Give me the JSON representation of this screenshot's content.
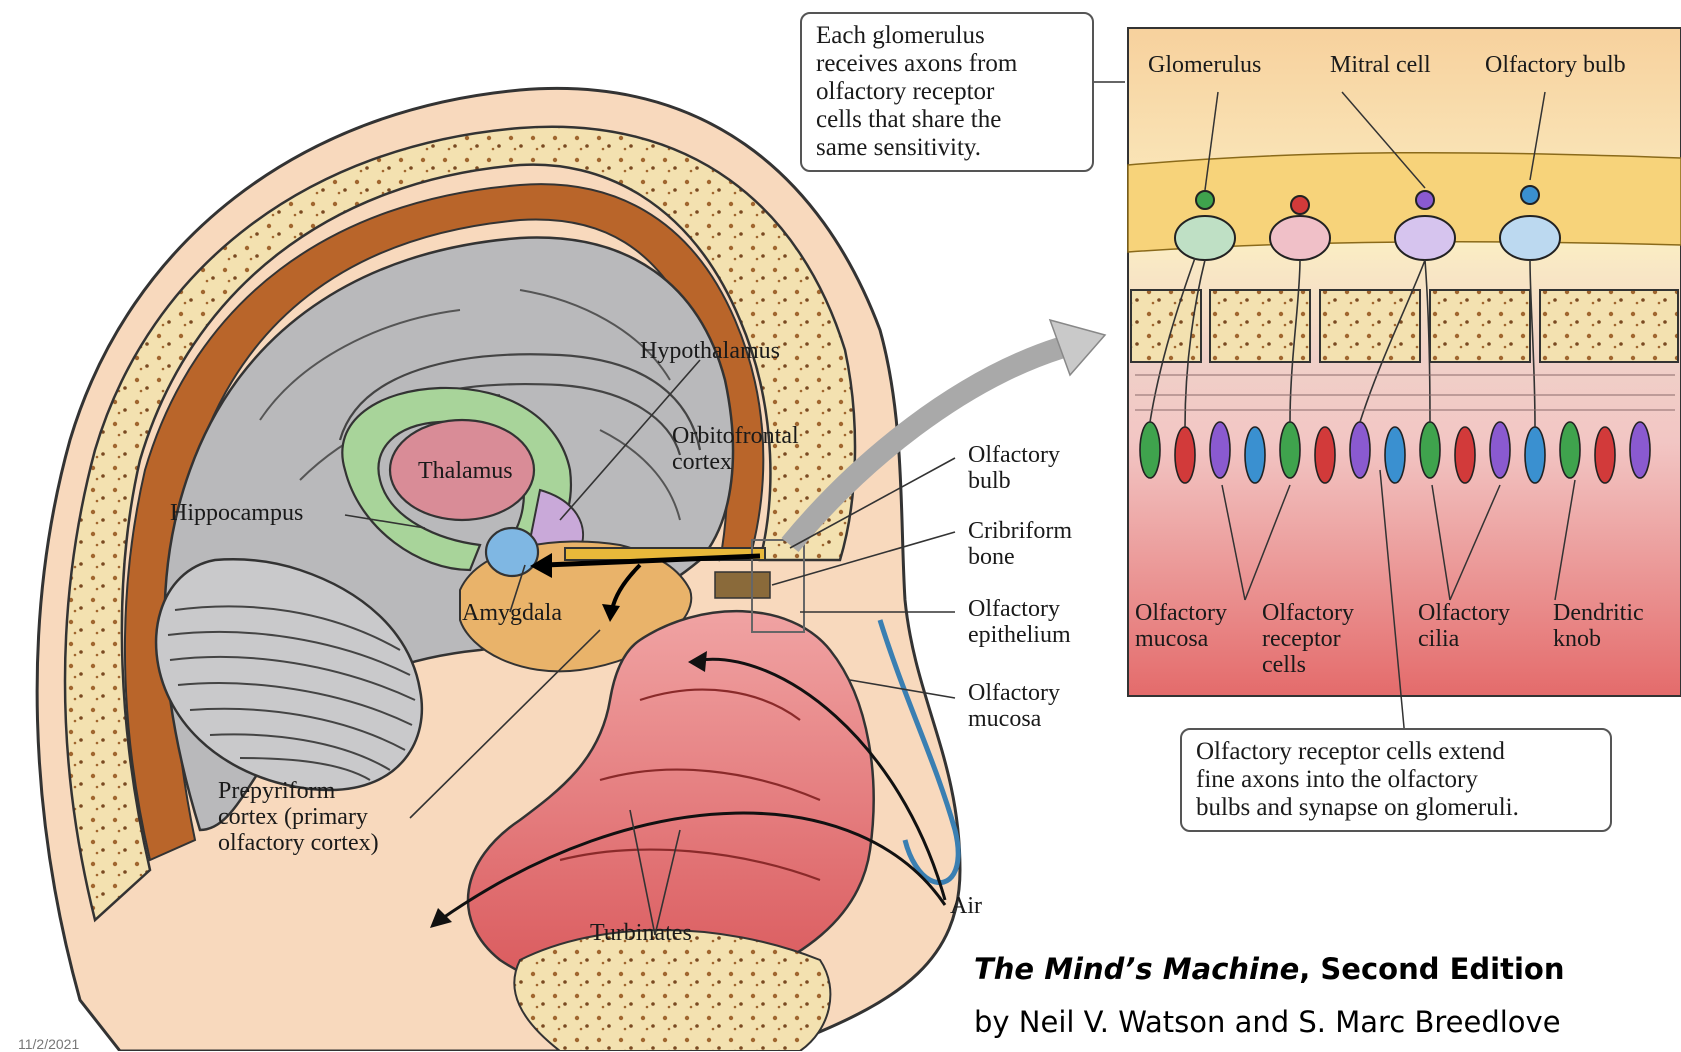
{
  "labels": {
    "hypothalamus": "Hypothalamus",
    "orbitofrontal": "Orbitofrontal\ncortex",
    "thalamus": "Thalamus",
    "hippocampus": "Hippocampus",
    "amygdala": "Amygdala",
    "olfactory_bulb": "Olfactory\nbulb",
    "cribriform": "Cribriform\nbone",
    "olfactory_epithelium": "Olfactory\nepithelium",
    "olfactory_mucosa": "Olfactory\nmucosa",
    "prepyriform": "Prepyriform\ncortex (primary\nolfactory cortex)",
    "turbinates": "Turbinates",
    "air": "Air"
  },
  "inset": {
    "glomerulus": "Glomerulus",
    "mitral_cell": "Mitral cell",
    "olfactory_bulb": "Olfactory bulb",
    "olfactory_mucosa": "Olfactory\nmucosa",
    "olfactory_receptor_cells": "Olfactory\nreceptor\ncells",
    "olfactory_cilia": "Olfactory\ncilia",
    "dendritic_knob": "Dendritic\nknob"
  },
  "callouts": {
    "glomerulus_note": "Each glomerulus\nreceives axons from\nolfactory receptor\ncells that share the\nsame sensitivity.",
    "receptor_note": "Olfactory receptor cells extend\nfine axons into the olfactory\nbulbs and synapse on glomeruli."
  },
  "credit": {
    "title": "The Mind’s Machine",
    "edition": ", Second Edition",
    "authors": "by Neil V. Watson and S. Marc Breedlove"
  },
  "date": "11/2/2021",
  "colors": {
    "brain": "#b9b9bb",
    "skull": "#f5e6a8",
    "dura": "#b9652a",
    "thalamus": "#d98c97",
    "limbic": "#a8d49a",
    "amygdala": "#7fb7e3",
    "orbitofrontal": "#e9b36a",
    "nasal": "#e47d7d",
    "inset_bg": "#f6d9b8"
  }
}
